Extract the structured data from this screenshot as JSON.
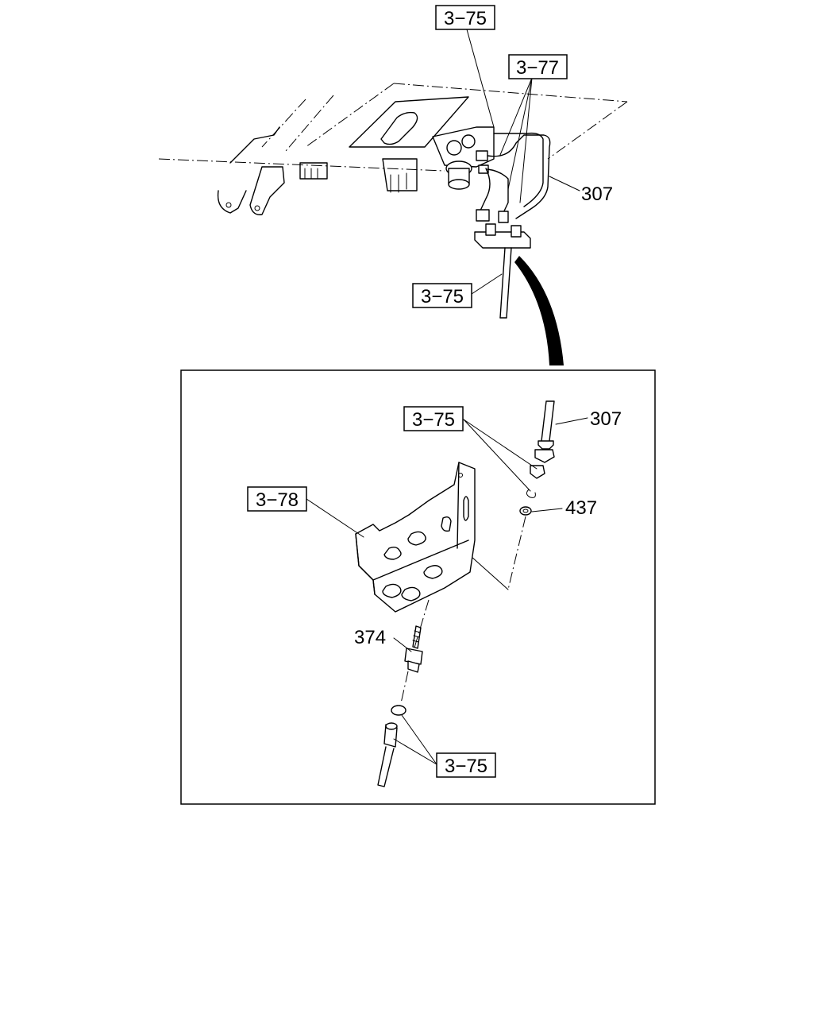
{
  "callouts": {
    "ref_3_75_top": "3−75",
    "ref_3_77": "3−77",
    "part_307_top": "307",
    "ref_3_75_mid": "3−75",
    "ref_3_75_detail": "3−75",
    "part_307_detail": "307",
    "ref_3_78": "3−78",
    "part_437": "437",
    "part_374": "374",
    "ref_3_75_bottom": "3−75"
  }
}
